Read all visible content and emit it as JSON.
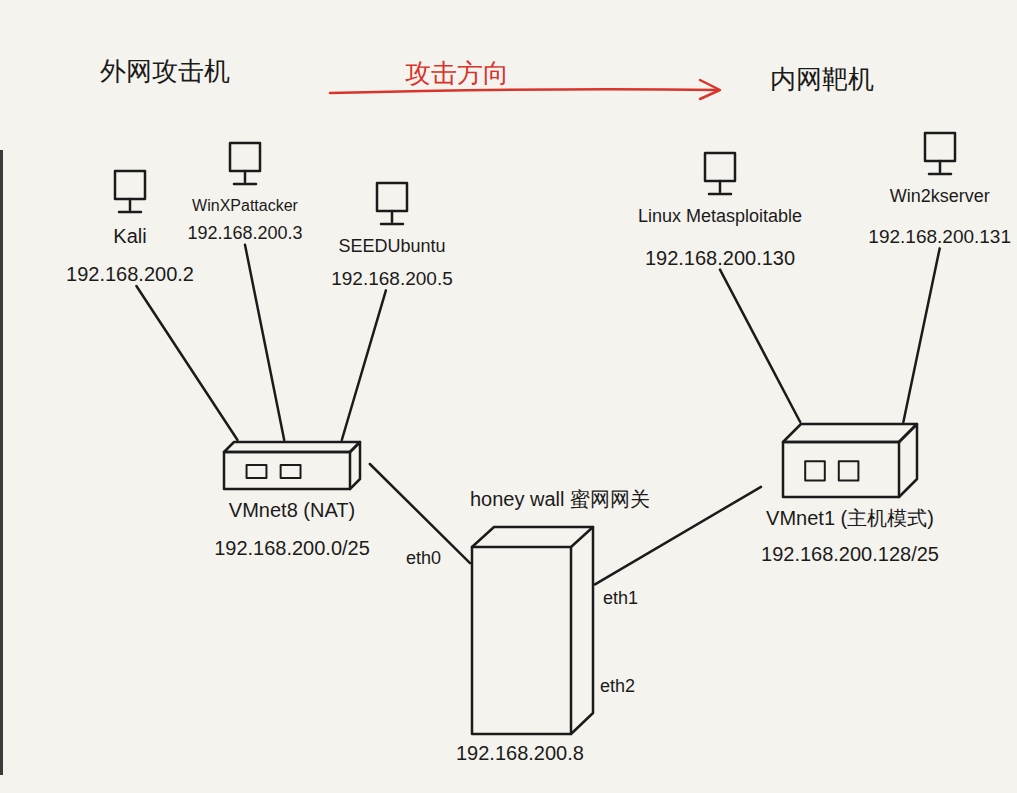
{
  "diagram": {
    "nodes": [
      {
        "text": [
          "Kali",
          "192.168.200.2"
        ]
      },
      {
        "text": [
          "WinXPattacker",
          "192.168.200.3"
        ]
      },
      {
        "text": [
          "SEEDUbuntu",
          "192.168.200.5"
        ]
      },
      {
        "text": [
          "Linux Metasploitable",
          "192.168.200.130"
        ]
      },
      {
        "text": [
          "Win2kserver",
          "192.168.200.131"
        ]
      },
      {
        "text": [
          "VMnet8 (NAT)",
          "192.168.200.0/25"
        ]
      },
      {
        "text": [
          "honey wall 蜜网网关",
          "192.168.200.8"
        ]
      },
      {
        "text": [
          "VMnet1 (主机模式)",
          "192.168.200.128/25"
        ]
      }
    ],
    "edges": [
      {
        "from": 0,
        "to": 5,
        "arrow": "none"
      },
      {
        "from": 1,
        "to": 5,
        "arrow": "none"
      },
      {
        "from": 2,
        "to": 5,
        "arrow": "none"
      },
      {
        "from": 5,
        "to": 6,
        "label": "eth0",
        "arrow": "none"
      },
      {
        "from": 6,
        "to": 7,
        "label": "eth1",
        "arrow": "none"
      },
      {
        "from": 3,
        "to": 7,
        "arrow": "none"
      },
      {
        "from": 4,
        "to": 7,
        "arrow": "none"
      }
    ],
    "labels": [
      "外网攻击机",
      "攻击方向",
      "内网靶机",
      "eth2"
    ]
  }
}
